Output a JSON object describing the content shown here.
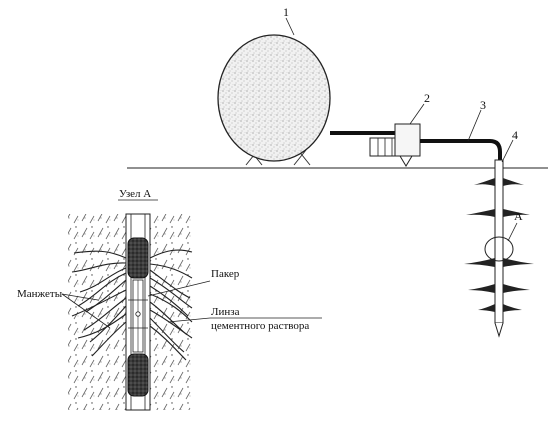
{
  "callouts": {
    "n1": "1",
    "n2": "2",
    "n3": "3",
    "n4": "4",
    "nA": "A"
  },
  "detail": {
    "title": "Узел А",
    "packer": "Пакер",
    "cuffs": "Манжеты",
    "lens_line1": "Линза",
    "lens_line2": "цементного раствора"
  }
}
